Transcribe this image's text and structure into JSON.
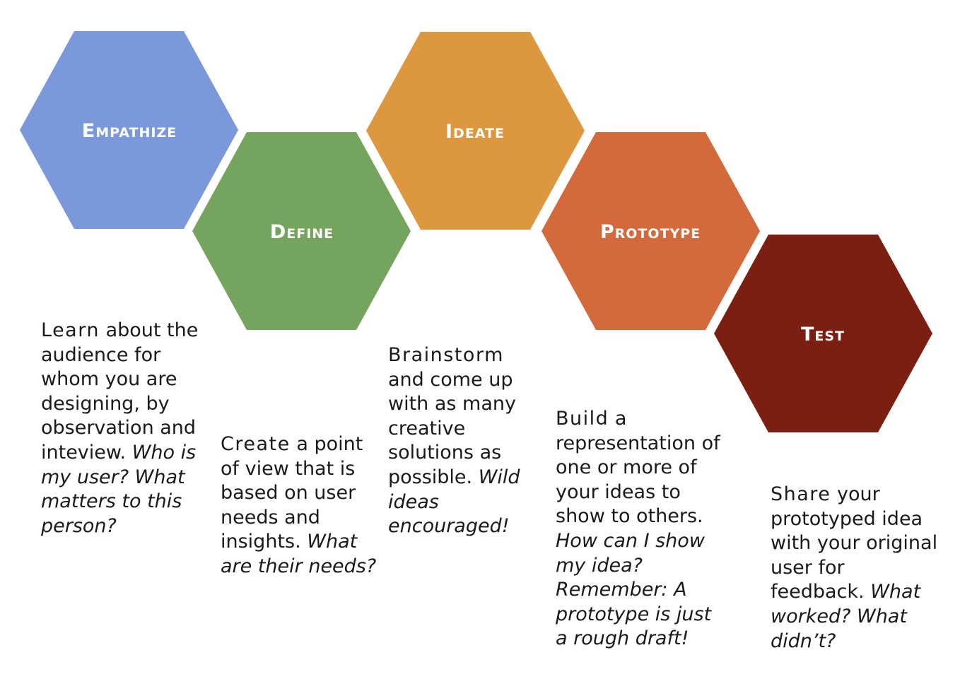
{
  "stages": [
    {
      "id": "empathize",
      "label": "Empathize",
      "color": "#7a98da",
      "lead": "Learn",
      "body": "about the audience for whom you are designing, by observation and inteview.",
      "question": "Who is my user? What matters to this person?"
    },
    {
      "id": "define",
      "label": "Define",
      "color": "#74a45e",
      "lead": "Create",
      "body": "a point of view that is based on user needs and insights.",
      "question": "What are their needs?"
    },
    {
      "id": "ideate",
      "label": "Ideate",
      "color": "#dc973f",
      "lead": "Brainstorm",
      "body": "and come up with as many creative solutions as possible.",
      "question": "Wild ideas encouraged!"
    },
    {
      "id": "prototype",
      "label": "Prototype",
      "color": "#d4693b",
      "lead": "Build",
      "body": "a representation of one or more of your ideas to show to others.",
      "question": "How can I show my idea? Remember: A prototype is just a rough draft!"
    },
    {
      "id": "test",
      "label": "Test",
      "color": "#7a1f12",
      "lead": "Share",
      "body": "your prototyped idea with your original user for feedback.",
      "question": "What worked? What didn’t?"
    }
  ]
}
